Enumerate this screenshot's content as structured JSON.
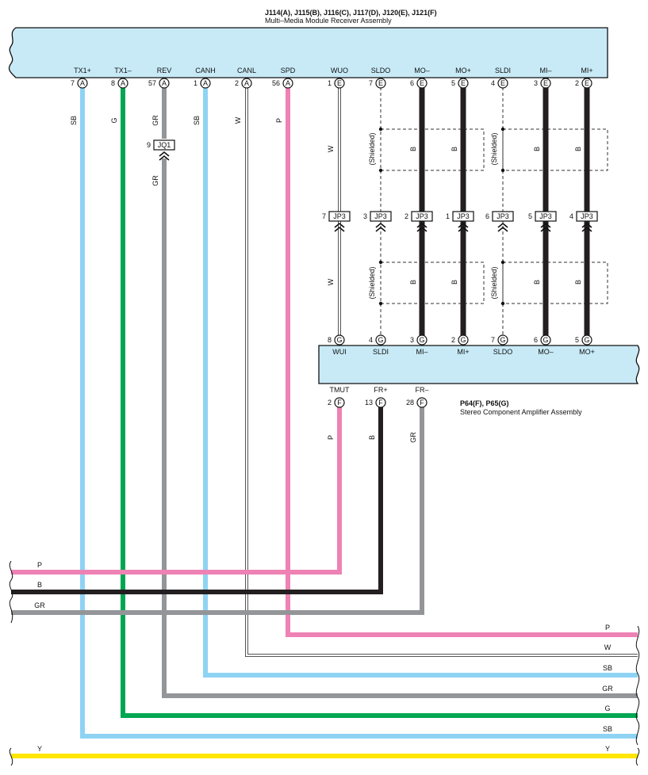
{
  "receiver": {
    "connectors": "J114(A), J115(B), J116(C), J117(D), J120(E), J121(F)",
    "name": "Multi–Media Module Receiver Assembly"
  },
  "amplifier": {
    "connectors": "P64(F), P65(G)",
    "name": "Stereo Component Amplifier Assembly"
  },
  "colors": {
    "SB": "#8fd3f4",
    "G": "#00a651",
    "GR": "#939598",
    "W": "#ffffff",
    "P": "#ee82b4",
    "B": "#231f20",
    "Y": "#ffe600",
    "assembly": "#c8eaf7"
  },
  "receiver_pins": [
    {
      "num": "7",
      "conn": "A",
      "signal": "TX1+",
      "wire": "SB"
    },
    {
      "num": "8",
      "conn": "A",
      "signal": "TX1–",
      "wire": "G"
    },
    {
      "num": "57",
      "conn": "A",
      "signal": "REV",
      "wire": "GR"
    },
    {
      "num": "1",
      "conn": "A",
      "signal": "CANH",
      "wire": "SB"
    },
    {
      "num": "2",
      "conn": "A",
      "signal": "CANL",
      "wire": "W"
    },
    {
      "num": "56",
      "conn": "A",
      "signal": "SPD",
      "wire": "P"
    },
    {
      "num": "1",
      "conn": "E",
      "signal": "WUO",
      "wire": "W"
    },
    {
      "num": "7",
      "conn": "E",
      "signal": "SLDO",
      "wire": ""
    },
    {
      "num": "6",
      "conn": "E",
      "signal": "MO–",
      "wire": "B"
    },
    {
      "num": "5",
      "conn": "E",
      "signal": "MO+",
      "wire": "B"
    },
    {
      "num": "4",
      "conn": "E",
      "signal": "SLDI",
      "wire": ""
    },
    {
      "num": "3",
      "conn": "E",
      "signal": "MI–",
      "wire": "B"
    },
    {
      "num": "2",
      "conn": "E",
      "signal": "MI+",
      "wire": "B"
    }
  ],
  "amp_top_pins": [
    {
      "num": "8",
      "conn": "G",
      "signal": "WUI"
    },
    {
      "num": "4",
      "conn": "G",
      "signal": "SLDI"
    },
    {
      "num": "3",
      "conn": "G",
      "signal": "MI–"
    },
    {
      "num": "2",
      "conn": "G",
      "signal": "MI+"
    },
    {
      "num": "7",
      "conn": "G",
      "signal": "SLDO"
    },
    {
      "num": "6",
      "conn": "G",
      "signal": "MO–"
    },
    {
      "num": "5",
      "conn": "G",
      "signal": "MO+"
    }
  ],
  "amp_bottom_pins": [
    {
      "num": "2",
      "conn": "F",
      "signal": "TMUT",
      "wire": "P"
    },
    {
      "num": "13",
      "conn": "F",
      "signal": "FR+",
      "wire": "B"
    },
    {
      "num": "28",
      "conn": "F",
      "signal": "FR–",
      "wire": "GR"
    }
  ],
  "junctions": [
    {
      "pin": "7",
      "label": "JP3"
    },
    {
      "pin": "3",
      "label": "JP3"
    },
    {
      "pin": "2",
      "label": "JP3"
    },
    {
      "pin": "1",
      "label": "JP3"
    },
    {
      "pin": "6",
      "label": "JP3"
    },
    {
      "pin": "5",
      "label": "JP3"
    },
    {
      "pin": "4",
      "label": "JP3"
    }
  ],
  "jq1": {
    "pin": "9",
    "label": "JQ1",
    "wire_below": "GR"
  },
  "shielded_label": "(Shielded)",
  "left_wires": [
    "P",
    "B",
    "GR"
  ],
  "right_wires": [
    "P",
    "W",
    "SB",
    "GR",
    "G",
    "SB"
  ],
  "bottom_wire": {
    "left": "Y",
    "right": "Y"
  }
}
